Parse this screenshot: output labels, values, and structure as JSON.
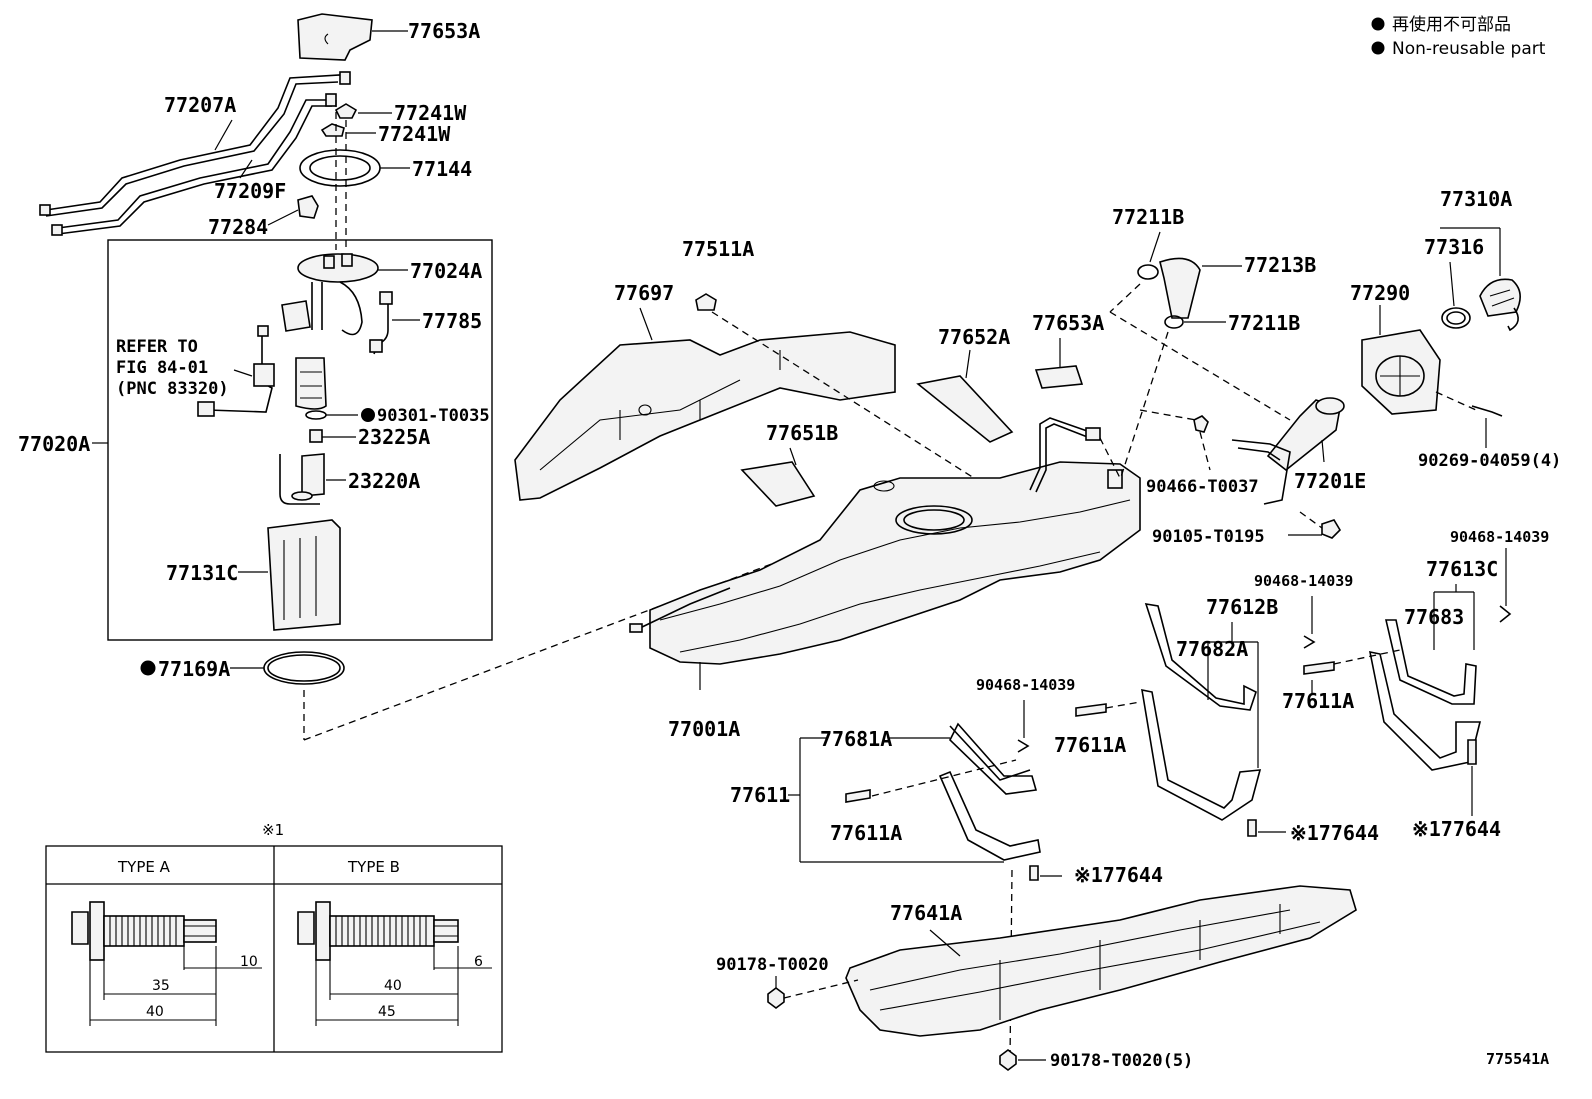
{
  "legend": {
    "line_jp": "再使用不可部品",
    "line_en": "Non-reusable part"
  },
  "figure_id": "775541A",
  "callouts": {
    "c77653A_top": "77653A",
    "c77207A": "77207A",
    "c77241W_a": "77241W",
    "c77241W_b": "77241W",
    "c77144": "77144",
    "c77209F": "77209F",
    "c77284": "77284",
    "c77024A": "77024A",
    "c77785": "77785",
    "c90301": "90301-T0035",
    "c23225A": "23225A",
    "c23220A": "23220A",
    "c77131C": "77131C",
    "c77020A": "77020A",
    "c77169A": "77169A",
    "c77511A": "77511A",
    "c77697": "77697",
    "c77651B": "77651B",
    "c77652A": "77652A",
    "c77653A_mid": "77653A",
    "c77211B_a": "77211B",
    "c77213B": "77213B",
    "c77211B_b": "77211B",
    "c77310A": "77310A",
    "c77316": "77316",
    "c77290": "77290",
    "c90269": "90269-04059(4)",
    "c90466": "90466-T0037",
    "c77201E": "77201E",
    "c90105": "90105-T0195",
    "c90468_a": "90468-14039",
    "c77613C": "77613C",
    "c77683": "77683",
    "c90468_b": "90468-14039",
    "c77612B": "77612B",
    "c77682A": "77682A",
    "c77611A_a": "77611A",
    "c90468_c": "90468-14039",
    "c77611A_b": "77611A",
    "c77001A": "77001A",
    "c77681A": "77681A",
    "c77611": "77611",
    "c77611A_c": "77611A",
    "c77644_a": "※177644",
    "c77644_b": "※177644",
    "c77644_c": "※177644",
    "c77641A": "77641A",
    "c90178_a": "90178-T0020",
    "c90178_b": "90178-T0020(5)"
  },
  "refer": {
    "line1": "REFER TO",
    "line2": "FIG 84-01",
    "line3": "(PNC 83320)"
  },
  "inset": {
    "mark": "※1",
    "type_a": {
      "title": "TYPE A",
      "dim_10": "10",
      "dim_35": "35",
      "dim_40": "40"
    },
    "type_b": {
      "title": "TYPE B",
      "dim_6": "6",
      "dim_40": "40",
      "dim_45": "45"
    }
  },
  "icons": {
    "non_reusable_mark": "filled-circle-icon"
  }
}
